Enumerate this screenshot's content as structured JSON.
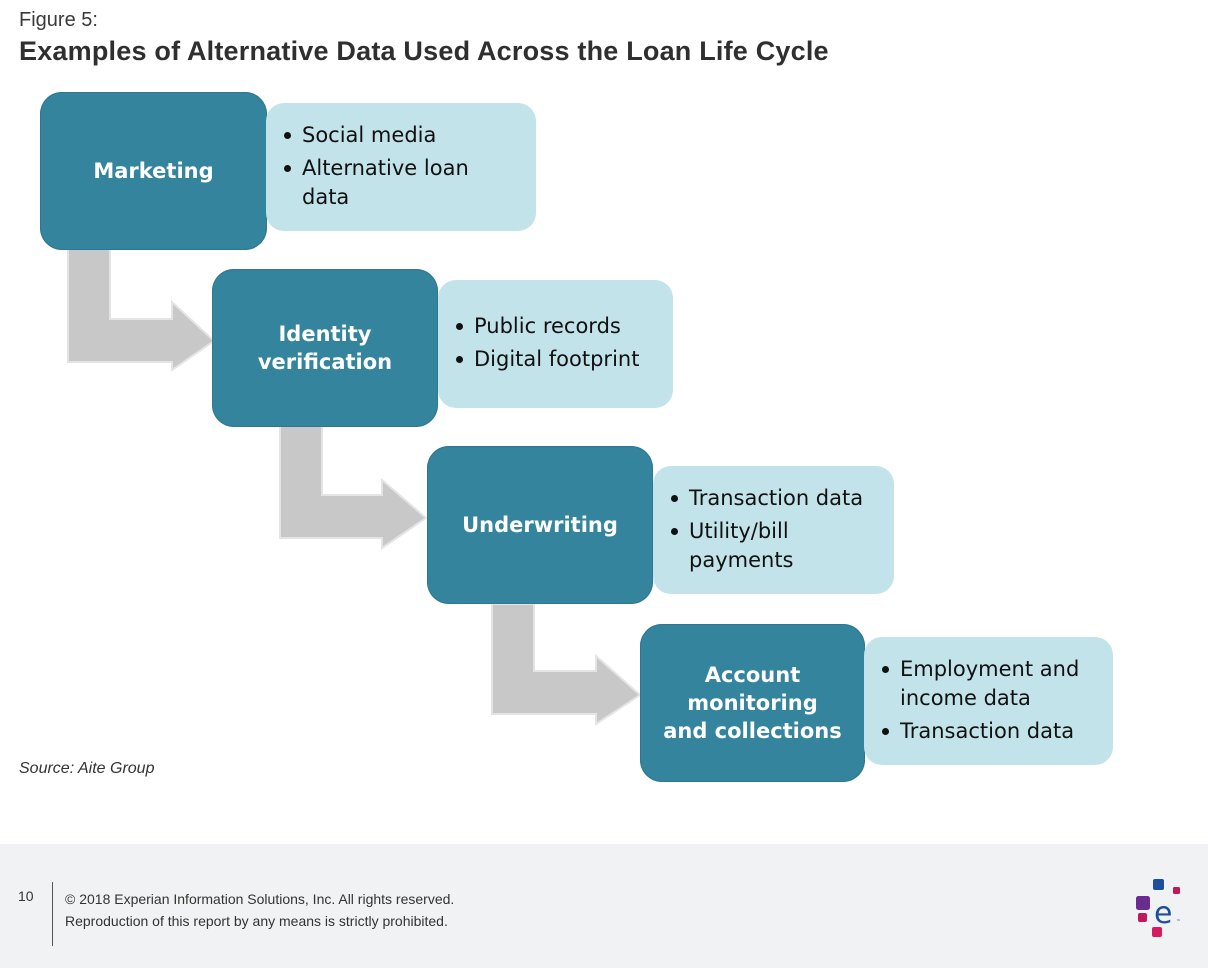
{
  "figure": {
    "label": "Figure 5:",
    "title": "Examples of Alternative Data Used Across the Loan Life Cycle"
  },
  "stages": [
    {
      "name": "Marketing",
      "items": [
        "Social media",
        "Alternative loan data"
      ]
    },
    {
      "name": "Identity verification",
      "items": [
        "Public records",
        "Digital footprint"
      ]
    },
    {
      "name": "Underwriting",
      "items": [
        "Transaction data",
        "Utility/bill payments"
      ]
    },
    {
      "name": "Account monitoring and collections",
      "items": [
        "Employment and income data",
        "Transaction data"
      ]
    }
  ],
  "source": "Source:  Aite Group",
  "footer": {
    "page_number": "10",
    "copyright_line1": "© 2018 Experian Information Solutions, Inc. All rights reserved.",
    "copyright_line2": "Reproduction of this report by any means is strictly prohibited."
  },
  "colors": {
    "stage_fill": "#33849c",
    "detail_fill": "#c2e3ea",
    "arrow_fill": "#c8c8c8",
    "footer_bg": "#f1f2f3"
  },
  "logo": {
    "icon": "experian-logo-icon"
  }
}
